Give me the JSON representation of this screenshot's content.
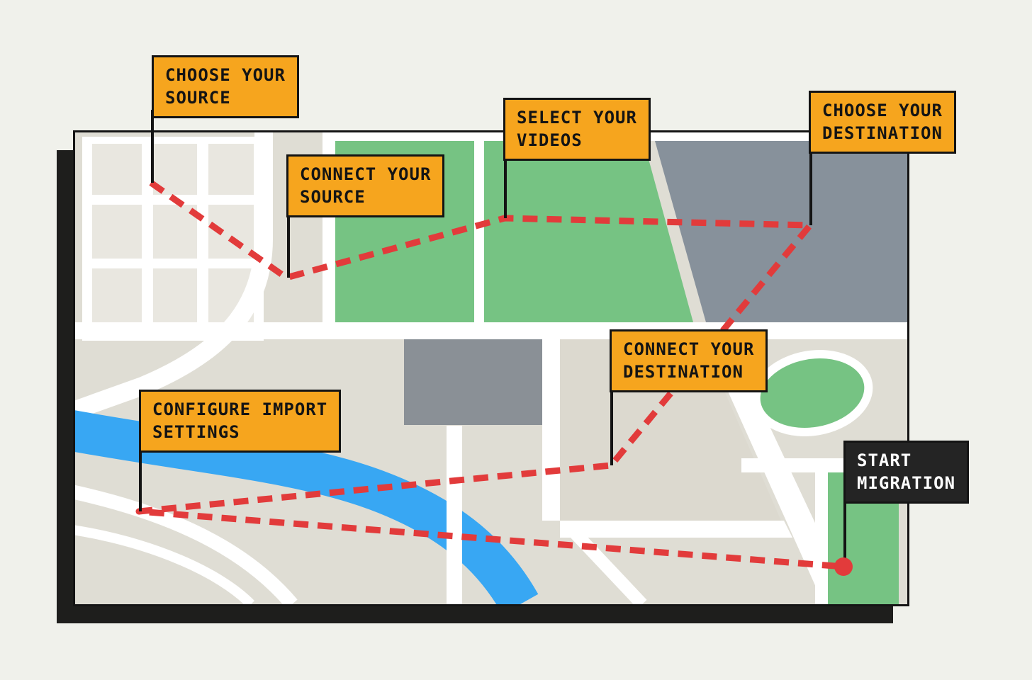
{
  "illustration": {
    "description_role": "video-migration-roadmap-map",
    "steps": [
      {
        "id": "choose-source",
        "label": "CHOOSE YOUR SOURCE",
        "line1": "CHOOSE YOUR",
        "line2": "SOURCE",
        "style": "primary"
      },
      {
        "id": "connect-source",
        "label": "CONNECT YOUR SOURCE",
        "line1": "CONNECT YOUR",
        "line2": "SOURCE",
        "style": "primary"
      },
      {
        "id": "select-videos",
        "label": "SELECT YOUR VIDEOS",
        "line1": "SELECT YOUR",
        "line2": "VIDEOS",
        "style": "primary"
      },
      {
        "id": "choose-destination",
        "label": "CHOOSE YOUR DESTINATION",
        "line1": "CHOOSE YOUR",
        "line2": "DESTINATION",
        "style": "primary"
      },
      {
        "id": "connect-destination",
        "label": "CONNECT YOUR DESTINATION",
        "line1": "CONNECT YOUR",
        "line2": "DESTINATION",
        "style": "primary"
      },
      {
        "id": "configure-import",
        "label": "CONFIGURE IMPORT SETTINGS",
        "line1": "CONFIGURE IMPORT",
        "line2": "SETTINGS",
        "style": "primary"
      },
      {
        "id": "start-migration",
        "label": "START MIGRATION",
        "line1": "START",
        "line2": "MIGRATION",
        "style": "dark"
      }
    ],
    "colors": {
      "page_background": "#F0F1EB",
      "label_yellow": "#F6A51E",
      "label_dark": "#242424",
      "label_border": "#141414",
      "route_red": "#E23B3B",
      "park_green": "#76C383",
      "river_blue": "#38A7F3",
      "district_slate": "#87919B",
      "map_beige": "#DFDDD4",
      "shadow_black": "#1E1E1C"
    }
  }
}
